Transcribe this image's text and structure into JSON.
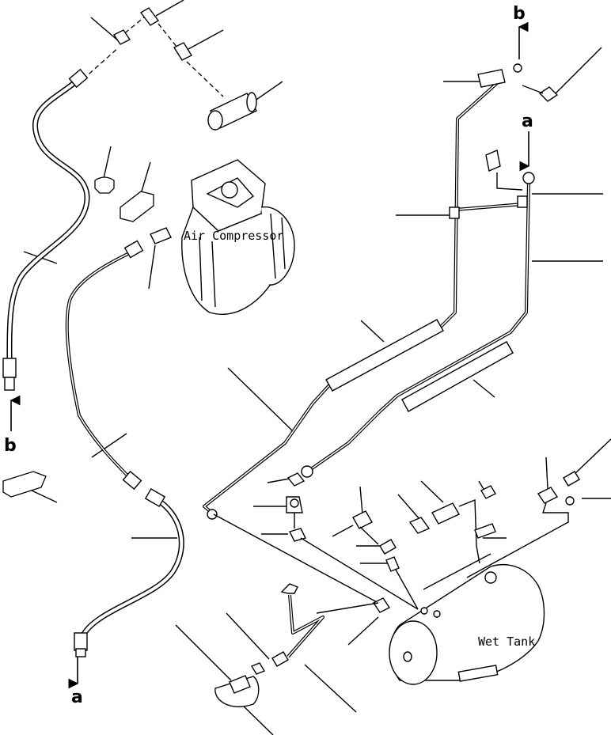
{
  "labels": {
    "air_compressor": "Air Compressor",
    "wet_tank": "Wet Tank"
  },
  "refs": {
    "b_top": "b",
    "b_left": "b",
    "a_top": "a",
    "a_bottom": "a"
  }
}
